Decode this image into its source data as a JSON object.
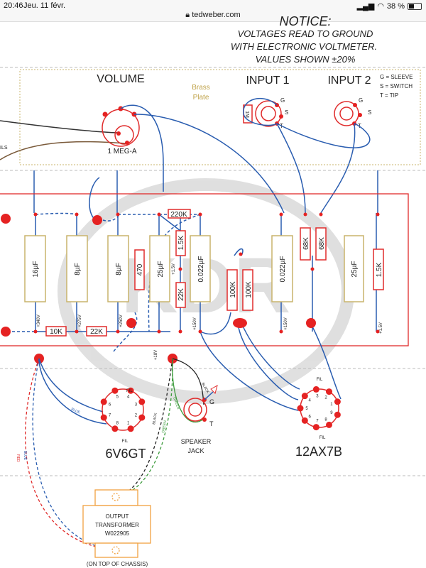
{
  "status_bar": {
    "time": "20:46",
    "date": "Jeu. 11 févr.",
    "url": "tedweber.com",
    "battery": "38 %"
  },
  "notice": {
    "title": "NOTICE:",
    "lines": [
      "VOLTAGES READ TO GROUND",
      "WITH ELECTRONIC VOLTMETER.",
      "VALUES SHOWN ±20%"
    ]
  },
  "plate": {
    "volume": "VOLUME",
    "pot": "1 MEG-A",
    "brass": [
      "Brass",
      "Plate"
    ],
    "input1": "INPUT 1",
    "input2": "INPUT 2",
    "r1m": "1M",
    "cut_label": "ILS",
    "legend": [
      "G = SLEEVE",
      "S = SWITCH",
      "T = TIP"
    ],
    "pins": {
      "g": "G",
      "s": "S",
      "t": "T"
    }
  },
  "board": {
    "caps": [
      "16µF",
      "8µF",
      "8µF",
      "25µF",
      "0.022µF",
      "0.022µF",
      "25µF"
    ],
    "resistors": {
      "r470": "470",
      "r1k5a": "1.5K",
      "r22ka": "22K",
      "r220k": "220K",
      "r100ka": "100K",
      "r100kb": "100K",
      "r68ka": "68K",
      "r68kb": "68K",
      "r1k5b": "1.5K",
      "r10k": "10K",
      "r22kb": "22K"
    },
    "voltages": [
      "+340V",
      "+275V",
      "+250V",
      "+1.5V",
      "+150V",
      "+150V",
      "+1.5V",
      "+18V"
    ]
  },
  "tubes": {
    "v6": {
      "name": "6V6GT",
      "pins": [
        "1",
        "2",
        "3",
        "4",
        "5",
        "6",
        "7",
        "8"
      ],
      "fil": "FIL"
    },
    "v12": {
      "name": "12AX7B",
      "pins": [
        "1",
        "2",
        "3",
        "4",
        "5",
        "6",
        "7",
        "8",
        "9"
      ],
      "fil": "FIL"
    }
  },
  "speaker": {
    "label": [
      "SPEAKER",
      "JACK"
    ],
    "g": "G",
    "t": "T",
    "wires": [
      "BLACK",
      "GREEN"
    ]
  },
  "wire_labels": [
    "BLUE",
    "RED",
    "BLUE",
    "BLACK",
    "GREEN"
  ],
  "transformer": {
    "lines": [
      "OUTPUT",
      "TRANSFORMER",
      "W022905"
    ],
    "note": "(ON TOP OF CHASSIS)"
  }
}
